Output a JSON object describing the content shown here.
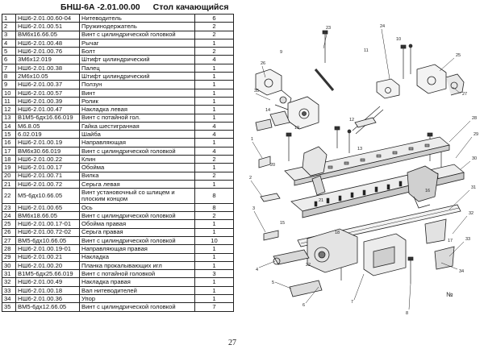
{
  "header": {
    "code": "БНШ-6А -2.01.00.00",
    "name": "Стол качающийся"
  },
  "parts": [
    {
      "no": "1",
      "code": "НШ6-2.01.00.60-04",
      "name": "Нитеводитель",
      "qty": "6"
    },
    {
      "no": "2",
      "code": "НШ6-2.01.00.51",
      "name": "Пружинодержатель",
      "qty": "2"
    },
    {
      "no": "3",
      "code": "ВМ6х16.66.05",
      "name": "Винт с цилиндрической головкой",
      "qty": "2"
    },
    {
      "no": "4",
      "code": "НШ6-2.01.00.48",
      "name": "Рычаг",
      "qty": "1"
    },
    {
      "no": "5",
      "code": "НШ6-2.01.00.76",
      "name": "Болт",
      "qty": "2"
    },
    {
      "no": "6",
      "code": "3М6х12.019",
      "name": "Штифт цилиндрический",
      "qty": "4"
    },
    {
      "no": "7",
      "code": "НШ6-2.01.00.38",
      "name": "Палец",
      "qty": "1"
    },
    {
      "no": "8",
      "code": "2М6х10.05",
      "name": "Штифт цилиндрический",
      "qty": "1"
    },
    {
      "no": "9",
      "code": "НШ6-2.01.00.37",
      "name": "Ползун",
      "qty": "1"
    },
    {
      "no": "10",
      "code": "НШ6-2.01.00.57",
      "name": "Винт",
      "qty": "1"
    },
    {
      "no": "11",
      "code": "НШ6-2.01.00.39",
      "name": "Ролик",
      "qty": "1"
    },
    {
      "no": "12",
      "code": "НШ6-2.01.00.47",
      "name": "Накладка левая",
      "qty": "1"
    },
    {
      "no": "13",
      "code": "В1М5-6дх16.66.019",
      "name": "Винт с потайной гол.",
      "qty": "1"
    },
    {
      "no": "14",
      "code": "М6.8.05",
      "name": "Гайка шестигранная",
      "qty": "4"
    },
    {
      "no": "15",
      "code": "6.02.019",
      "name": "Шайба",
      "qty": "4"
    },
    {
      "no": "16",
      "code": "НШ6-2.01.00.19",
      "name": "Направляющая",
      "qty": "1"
    },
    {
      "no": "17",
      "code": "ВМ6х30.66.019",
      "name": "Винт с цилиндрической головкой",
      "qty": "4"
    },
    {
      "no": "18",
      "code": "НШ6-2.01.00.22",
      "name": "Клин",
      "qty": "2"
    },
    {
      "no": "19",
      "code": "НШ6-2.01.00.17",
      "name": "Обойма",
      "qty": "1"
    },
    {
      "no": "20",
      "code": "НШ6-2.01.00.71",
      "name": "Вилка",
      "qty": "2"
    },
    {
      "no": "21",
      "code": "НШ6-2.01.00.72",
      "name": "Серьга левая",
      "qty": "1"
    },
    {
      "no": "22",
      "code": "М5-6дх10.66.05",
      "name": "Винт установочный со шлицем и плоским концом",
      "qty": "8"
    },
    {
      "no": "23",
      "code": "НШ6-2.01.00.65",
      "name": "Ось",
      "qty": "8"
    },
    {
      "no": "24",
      "code": "ВМ6х18.66.05",
      "name": "Винт с цилиндрической головкой",
      "qty": "2"
    },
    {
      "no": "25",
      "code": "НШ6-2.01.00.17-01",
      "name": "Обойма правая",
      "qty": "1"
    },
    {
      "no": "26",
      "code": "НШ6-2.01.00.72-02",
      "name": "Серьга правая",
      "qty": "1"
    },
    {
      "no": "27",
      "code": "ВМ5-6дх10.66.05",
      "name": "Винт с цилиндрической головкой",
      "qty": "10"
    },
    {
      "no": "28",
      "code": "НШ6-2.01.00.19-01",
      "name": "Направляющая правая",
      "qty": "1"
    },
    {
      "no": "29",
      "code": "НШ6-2.01.00.21",
      "name": "Накладка",
      "qty": "1"
    },
    {
      "no": "30",
      "code": "НШ6-2.01.00.20",
      "name": "Планка прокалывающих игл",
      "qty": "1"
    },
    {
      "no": "31",
      "code": "В1М5-6дх25.66.019",
      "name": "Винт с потайной головкой",
      "qty": "3"
    },
    {
      "no": "32",
      "code": "НШ6-2.01.00.49",
      "name": "Накладка правая",
      "qty": "1"
    },
    {
      "no": "33",
      "code": "НШ6-2.01.00.18",
      "name": "Вал нитеводителей",
      "qty": "1"
    },
    {
      "no": "34",
      "code": "НШ6-2.01.00.36",
      "name": "Упор",
      "qty": "1"
    },
    {
      "no": "35",
      "code": "ВМ5-6дх12.66.05",
      "name": "Винт с цилиндрической головкой",
      "qty": "7"
    }
  ],
  "drawing": {
    "callouts": [
      "23",
      "24",
      "25",
      "26",
      "27",
      "28",
      "29",
      "30",
      "31",
      "32",
      "33",
      "34",
      "35",
      "1",
      "2",
      "3",
      "4",
      "5",
      "6",
      "7",
      "8",
      "9",
      "10",
      "11",
      "12",
      "13",
      "14",
      "15",
      "16",
      "17",
      "18",
      "19",
      "20",
      "21",
      "22"
    ],
    "mark": "№"
  },
  "page_number": "27"
}
